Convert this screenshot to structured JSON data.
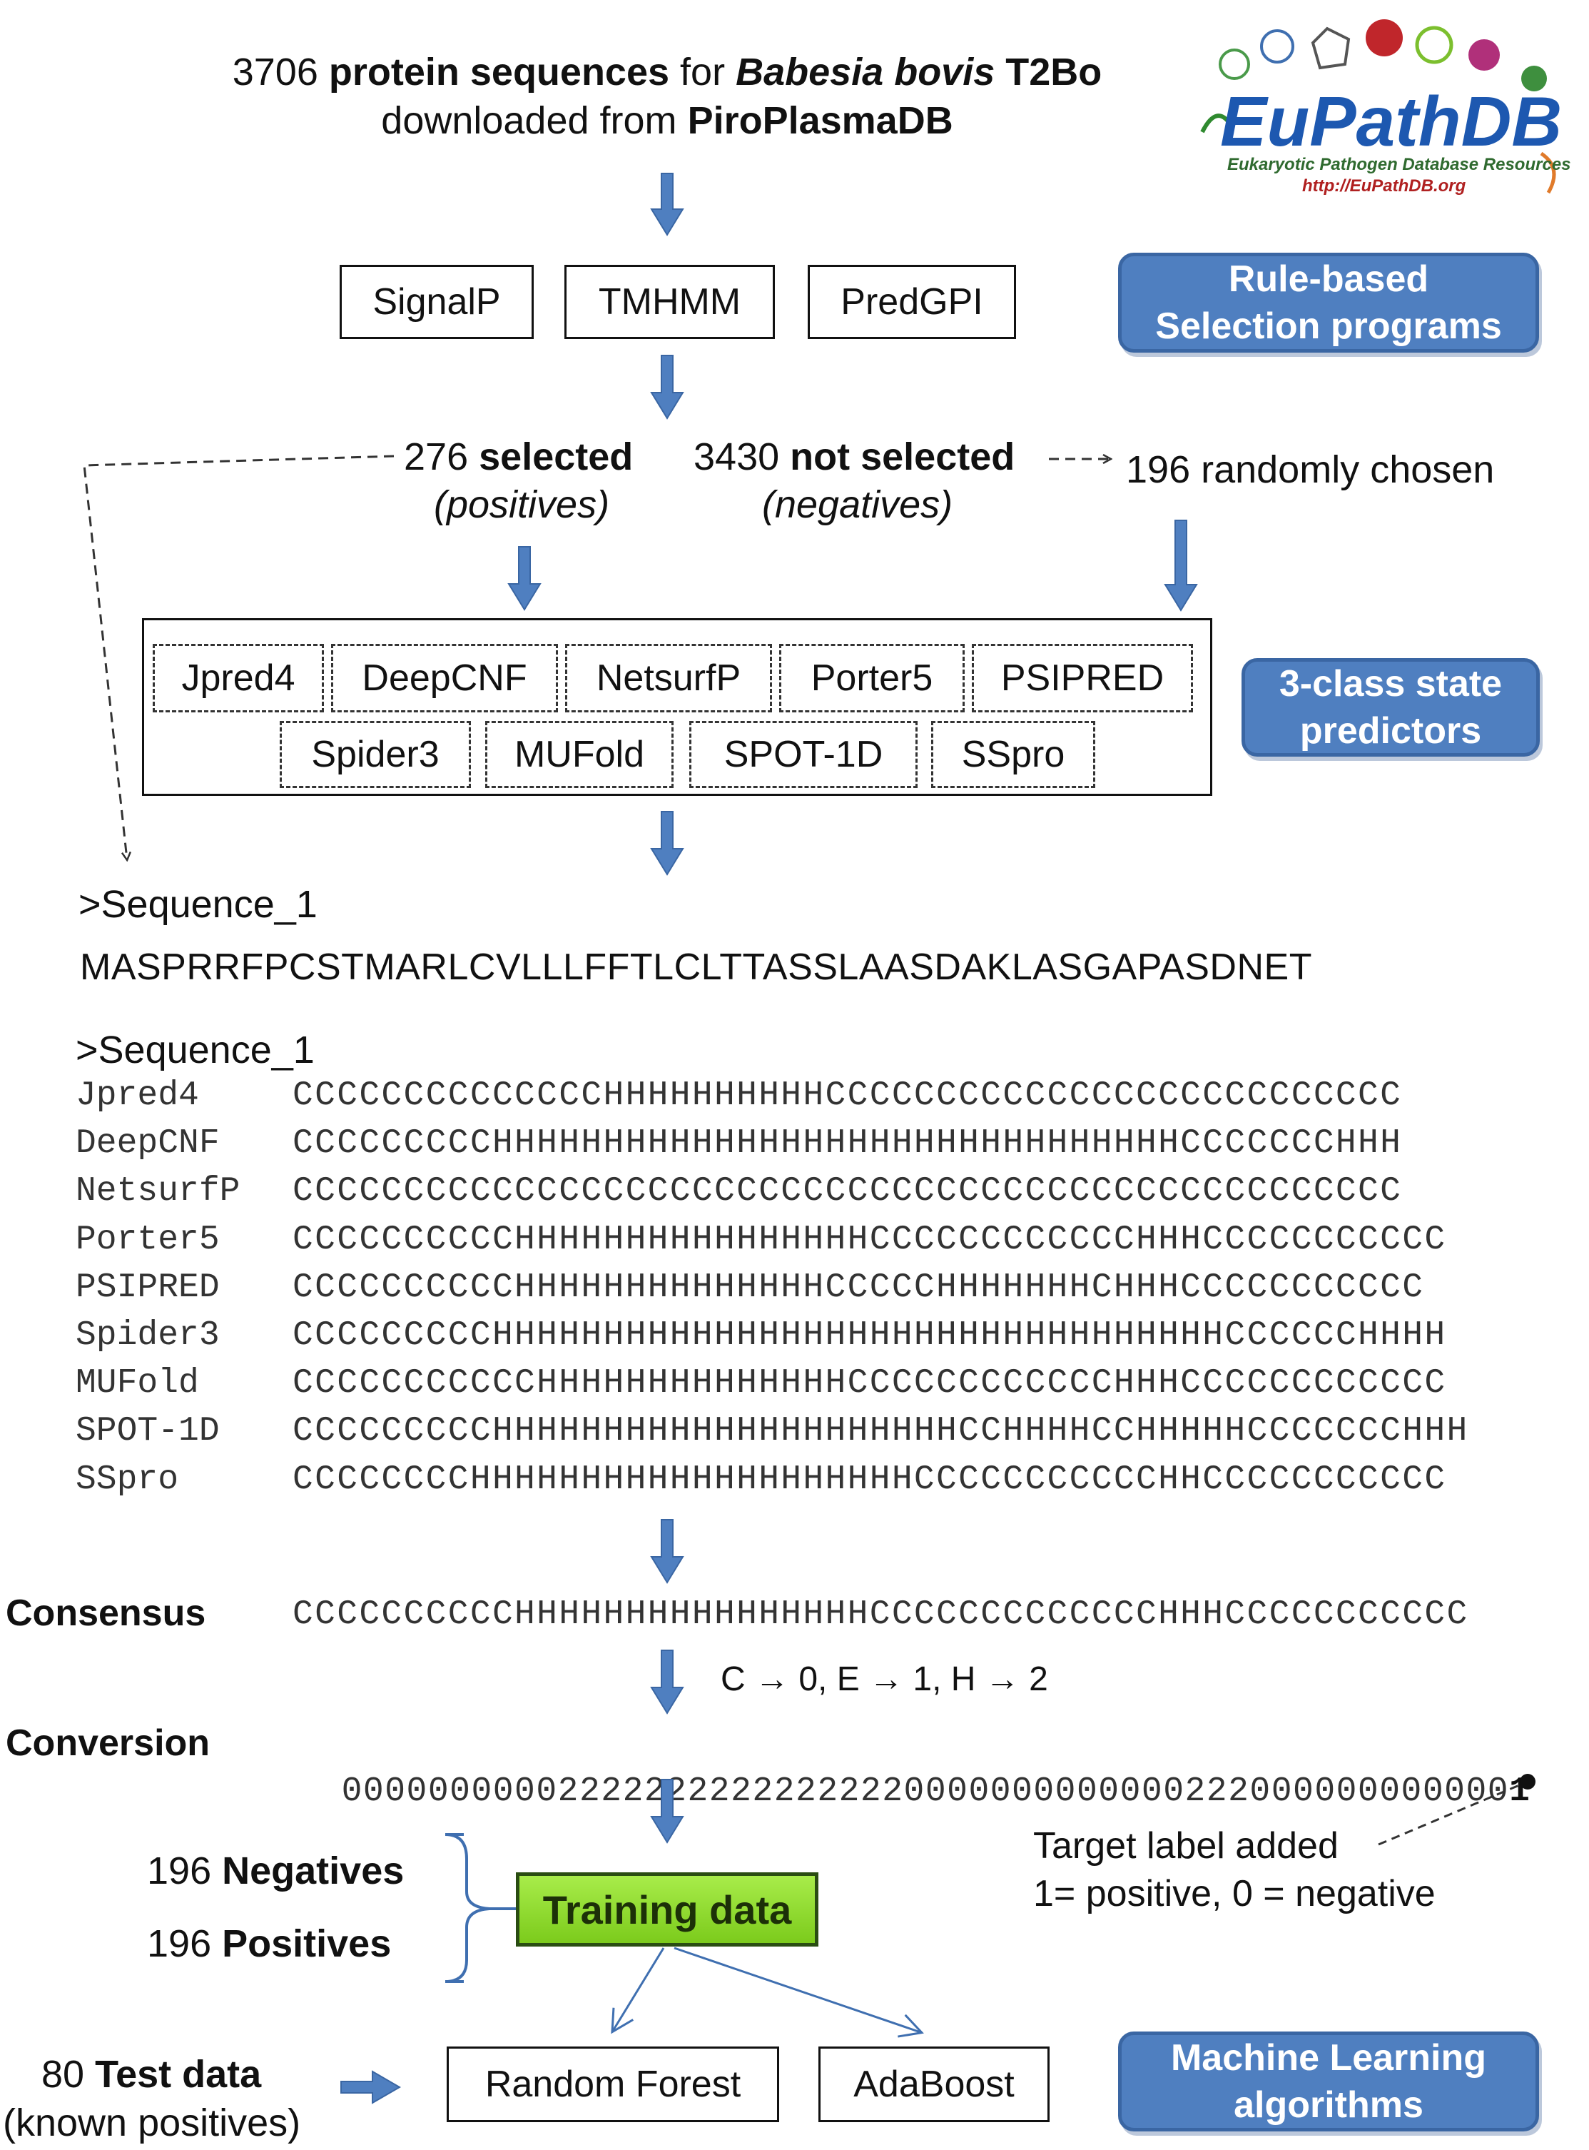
{
  "header": {
    "line1_count": "3706",
    "line1_bold": "protein sequences",
    "line1_for": "for",
    "line1_organism": "Babesia bovis",
    "line1_strain": "T2Bo",
    "line2_prefix": "downloaded from",
    "line2_source": "PiroPlasmaDB"
  },
  "logo": {
    "name": "EuPathDB",
    "tagline": "Eukaryotic Pathogen Database Resources",
    "url": "http://EuPathDB.org"
  },
  "rule_programs": [
    "SignalP",
    "TMHMM",
    "PredGPI"
  ],
  "labels": {
    "rule_based": [
      "Rule-based",
      "Selection programs"
    ],
    "predictors": [
      "3-class state",
      "predictors"
    ],
    "ml": [
      "Machine Learning",
      "algorithms"
    ]
  },
  "selection": {
    "selected_count": "276",
    "selected_word": "selected",
    "selected_sub": "(positives)",
    "not_selected_count": "3430",
    "not_selected_word": "not selected",
    "not_selected_sub": "(negatives)",
    "random": "196 randomly chosen"
  },
  "predictors": {
    "row1": [
      "Jpred4",
      "DeepCNF",
      "NetsurfP",
      "Porter5",
      "PSIPRED"
    ],
    "row2": [
      "Spider3",
      "MUFold",
      "SPOT-1D",
      "SSpro"
    ]
  },
  "fasta": {
    "header": ">Sequence_1",
    "sequence": "MASPRRFPCSTMARLCVLLLFFTLCLTTASSLAASDAKLASGAPASDNET"
  },
  "predictions": {
    "header": ">Sequence_1",
    "rows": [
      {
        "name": "Jpred4",
        "seq": "CCCCCCCCCCCCCCHHHHHHHHHHCCCCCCCCCCCCCCCCCCCCCCCCCC"
      },
      {
        "name": "DeepCNF",
        "seq": "CCCCCCCCCHHHHHHHHHHHHHHHHHHHHHHHHHHHHHHHCCCCCCCHHH"
      },
      {
        "name": "NetsurfP",
        "seq": "CCCCCCCCCCCCCCCCCCCCCCCCCCCCCCCCCCCCCCCCCCCCCCCCCC"
      },
      {
        "name": "Porter5",
        "seq": "CCCCCCCCCCHHHHHHHHHHHHHHHHCCCCCCCCCCCCHHHCCCCCCCCCCC"
      },
      {
        "name": "PSIPRED",
        "seq": "CCCCCCCCCCHHHHHHHHHHHHHHCCCCCHHHHHHHCHHHCCCCCCCCCCC"
      },
      {
        "name": "Spider3",
        "seq": "CCCCCCCCCHHHHHHHHHHHHHHHHHHHHHHHHHHHHHHHHHCCCCCCHHHH"
      },
      {
        "name": "MUFold",
        "seq": "CCCCCCCCCCCHHHHHHHHHHHHHHCCCCCCCCCCCCHHHCCCCCCCCCCCC"
      },
      {
        "name": "SPOT-1D",
        "seq": "CCCCCCCCCHHHHHHHHHHHHHHHHHHHHHCCHHHHCCHHHHHCCCCCCCHHH"
      },
      {
        "name": "SSpro",
        "seq": "CCCCCCCCHHHHHHHHHHHHHHHHHHHHCCCCCCCCCCCHHCCCCCCCCCCC"
      }
    ]
  },
  "consensus": {
    "label": "Consensus",
    "seq": "CCCCCCCCCCHHHHHHHHHHHHHHHHCCCCCCCCCCCCCHHHCCCCCCCCCCC"
  },
  "mapping": "C → 0, E → 1, H → 2",
  "conversion": {
    "label": "Conversion",
    "digits": "000000000022222222222222220000000000000222000000000000",
    "target": "1"
  },
  "target_note": [
    "Target label added",
    "1= positive, 0 = negative"
  ],
  "training": {
    "negatives_count": "196",
    "negatives_word": "Negatives",
    "positives_count": "196",
    "positives_word": "Positives",
    "box": "Training data"
  },
  "test": {
    "count": "80",
    "word": "Test data",
    "sub": "(known positives)"
  },
  "ml_algorithms": [
    "Random Forest",
    "AdaBoost"
  ]
}
